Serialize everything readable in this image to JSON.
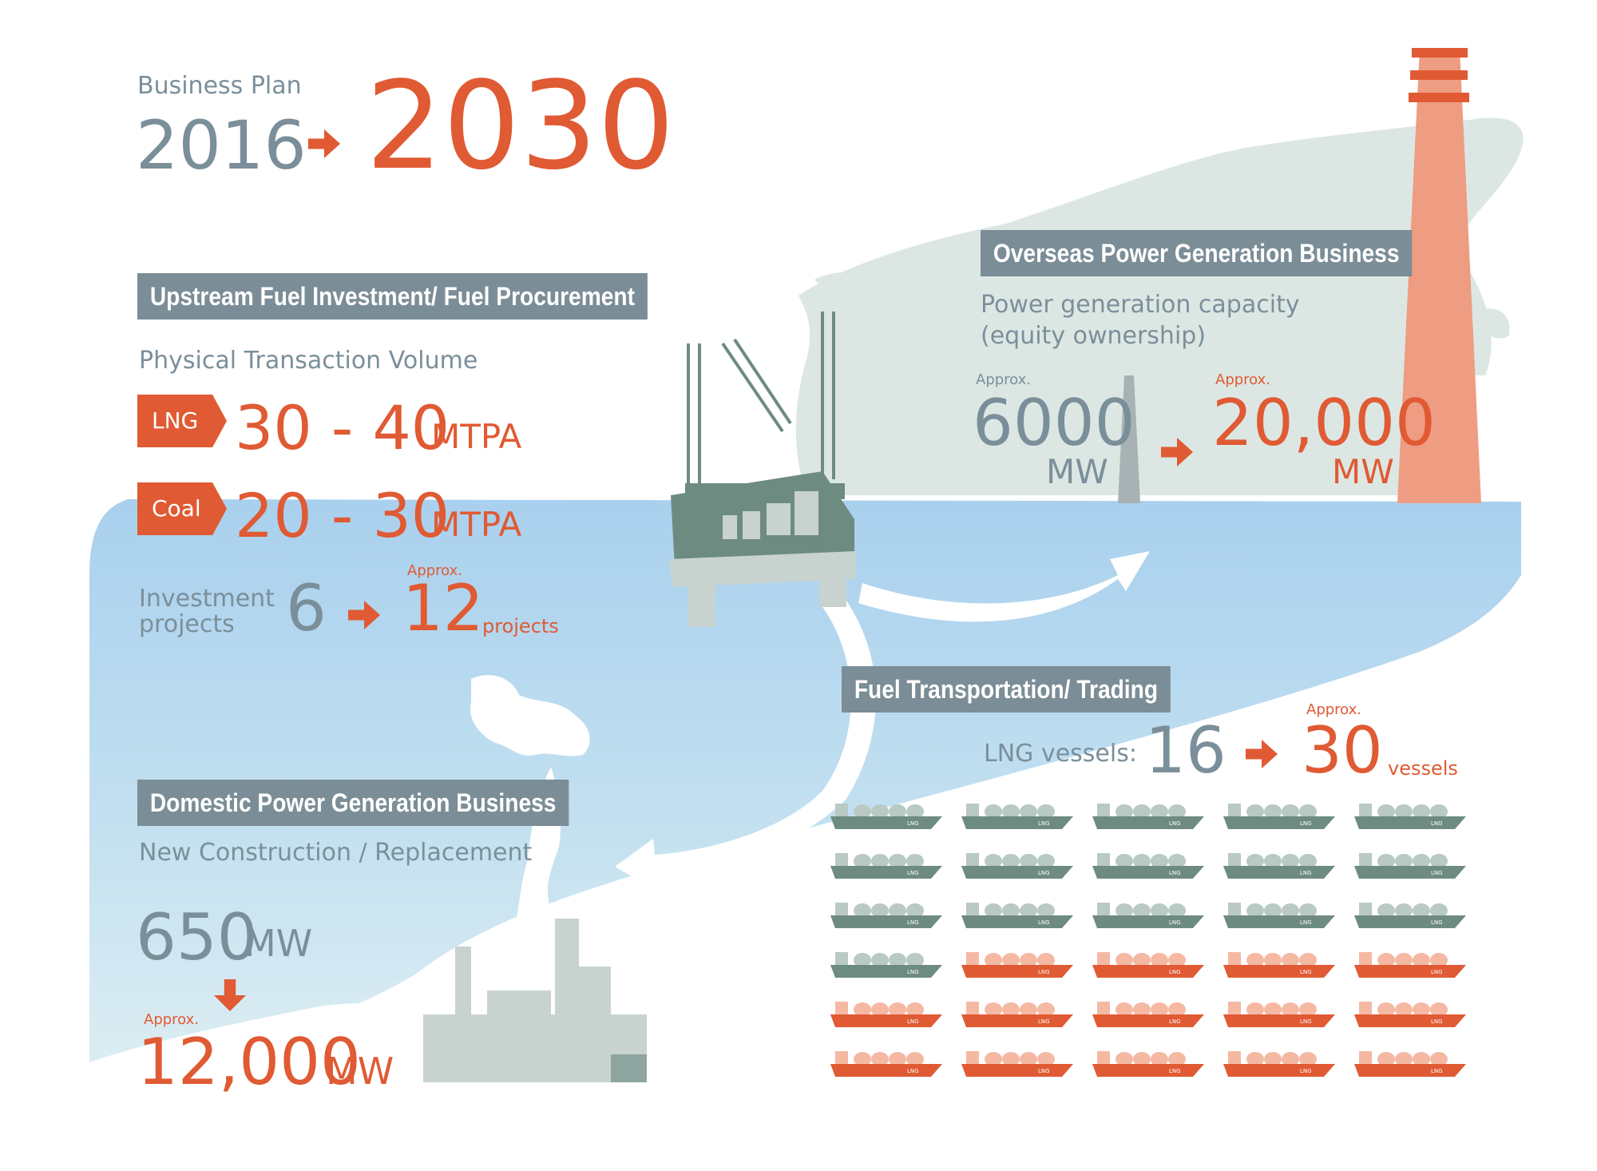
{
  "title": {
    "label": "Business Plan",
    "from_year": "2016",
    "to_year": "2030"
  },
  "upstream": {
    "header": "Upstream Fuel Investment/ Fuel Procurement",
    "subtitle": "Physical Transaction Volume",
    "lng": {
      "tag": "LNG",
      "range": "30 - 40",
      "unit": "MTPA"
    },
    "coal": {
      "tag": "Coal",
      "range": "20 - 30",
      "unit": "MTPA"
    },
    "investment": {
      "label_line1": "Investment",
      "label_line2": "projects",
      "from": "6",
      "approx": "Approx.",
      "to": "12",
      "unit": "projects"
    }
  },
  "overseas": {
    "header": "Overseas Power Generation Business",
    "subtitle_line1": "Power generation capacity",
    "subtitle_line2": "(equity ownership)",
    "from_approx": "Approx.",
    "from_value": "6000",
    "from_unit": "MW",
    "to_approx": "Approx.",
    "to_value": "20,000",
    "to_unit": "MW"
  },
  "transport": {
    "header": "Fuel Transportation/ Trading",
    "label": "LNG vessels:",
    "from": "16",
    "approx": "Approx.",
    "to": "30",
    "unit": "vessels",
    "vessel_grid": {
      "columns": 5,
      "rows": 6,
      "current_count": 16,
      "target_count": 30,
      "hull_label": "LNG",
      "current_color": "#6e8b82",
      "target_color": "#e05a33"
    }
  },
  "domestic": {
    "header": "Domestic Power Generation Business",
    "subtitle": "New Construction / Replacement",
    "from_value": "650",
    "from_unit": "MW",
    "approx": "Approx.",
    "to_value": "12,000",
    "to_unit": "MW"
  },
  "colors": {
    "accent": "#e05a33",
    "header_bg": "#7b8d96",
    "text_gray": "#7b8f9a",
    "sea": "#b8daf0",
    "land": "#dce7e4",
    "rig": "#6e8b82",
    "chimney": "#ee9d82"
  }
}
